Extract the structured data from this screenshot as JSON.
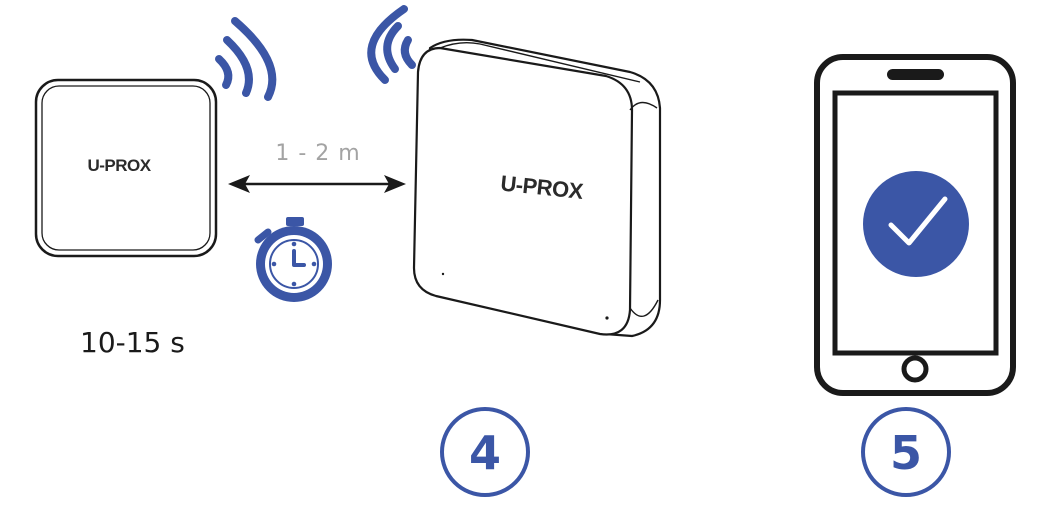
{
  "colors": {
    "accent": "#3b56a6",
    "outline": "#1a1a1a",
    "distance_text": "#a3a3a3"
  },
  "left_device": {
    "brand": "U-PROX"
  },
  "hub_device": {
    "brand": "U-PROX"
  },
  "distance_label": "1 - 2 m",
  "time_label": "10-15 s",
  "steps": [
    {
      "number": "4"
    },
    {
      "number": "5"
    }
  ],
  "icons": [
    "wifi-signal-icon",
    "wifi-signal-icon",
    "double-arrow-icon",
    "stopwatch-icon",
    "smartphone-icon",
    "checkmark-icon"
  ]
}
